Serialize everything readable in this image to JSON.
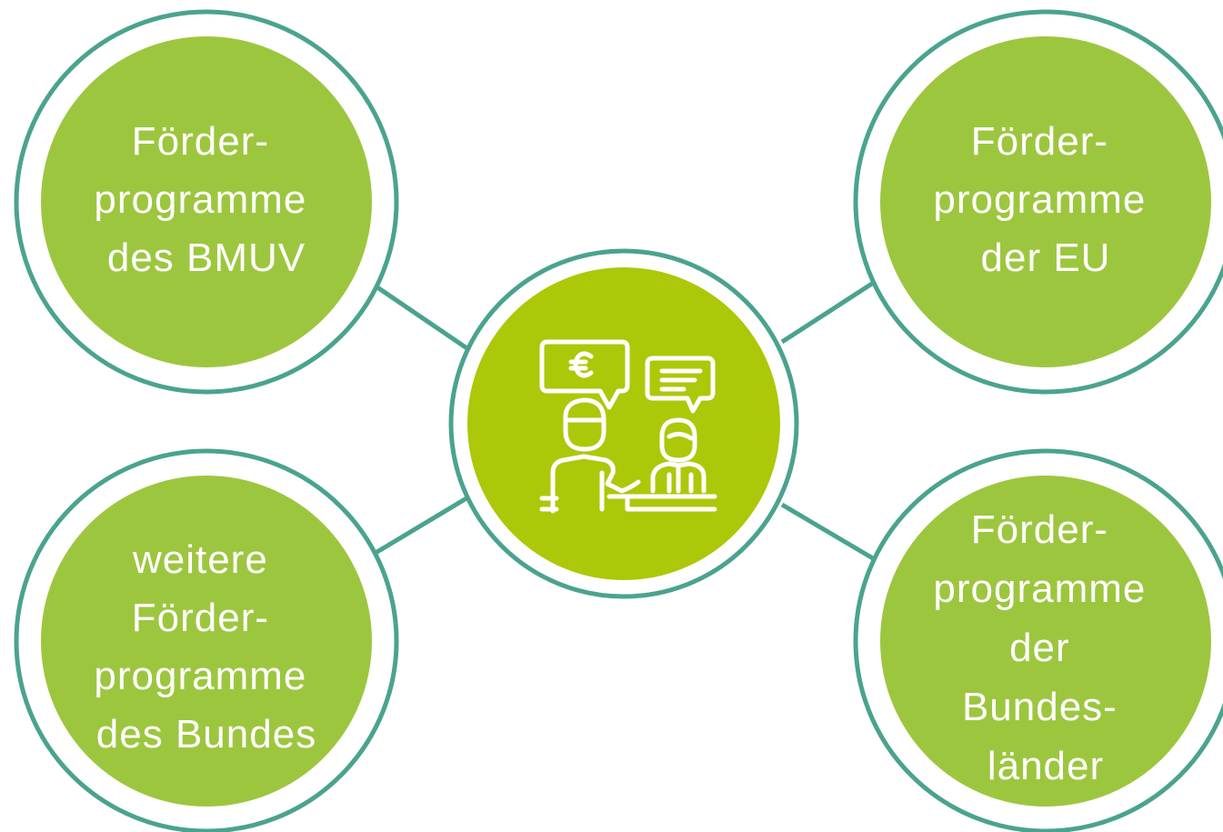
{
  "colors": {
    "background": "#ffffff",
    "ring": "#4aa38f",
    "outer_fill": "#9dc63f",
    "center_fill": "#adc809",
    "text": "#ffffff",
    "icon": "#ffffff"
  },
  "center": {
    "icon": "consultation-funding-icon"
  },
  "nodes": {
    "top_left": {
      "lines": [
        "Förder-",
        "programme",
        "des BMUV"
      ]
    },
    "top_right": {
      "lines": [
        "Förder-",
        "programme",
        "der EU"
      ]
    },
    "bottom_left": {
      "lines": [
        "weitere",
        "Förder-",
        "programme",
        "des Bundes"
      ]
    },
    "bottom_right": {
      "lines": [
        "Förder-",
        "programme",
        "der",
        "Bundes-",
        "länder"
      ]
    }
  }
}
